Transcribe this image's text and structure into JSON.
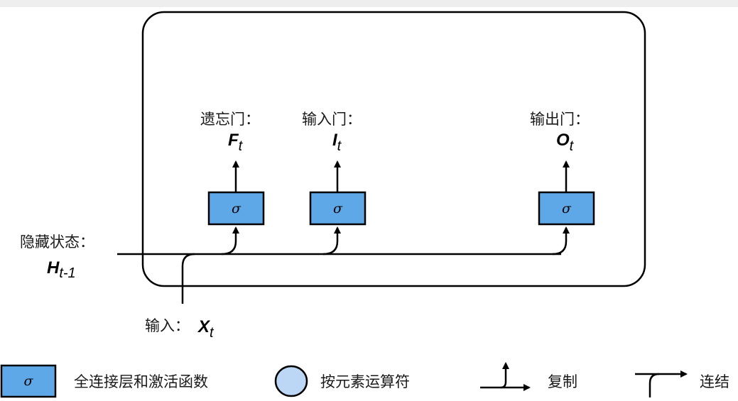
{
  "gates": [
    {
      "label": "遗忘门：",
      "symbol": "F",
      "subscript": "t",
      "op": "σ"
    },
    {
      "label": "输入门：",
      "symbol": "I",
      "subscript": "t",
      "op": "σ"
    },
    {
      "label": "输出门：",
      "symbol": "O",
      "subscript": "t",
      "op": "σ"
    }
  ],
  "hidden_state": {
    "label": "隐藏状态：",
    "symbol": "H",
    "subscript": "t-1"
  },
  "input": {
    "label": "输入：",
    "symbol": "X",
    "subscript": "t"
  },
  "legend": {
    "fc_layer": {
      "symbol": "σ",
      "label": "全连接层和激活函数"
    },
    "elementwise": {
      "label": "按元素运算符"
    },
    "copy": {
      "label": "复制"
    },
    "concat": {
      "label": "连结"
    }
  },
  "colors": {
    "box_fill": "#5fa8e8",
    "circle_fill": "#bcd7f6",
    "stroke": "#000000"
  }
}
